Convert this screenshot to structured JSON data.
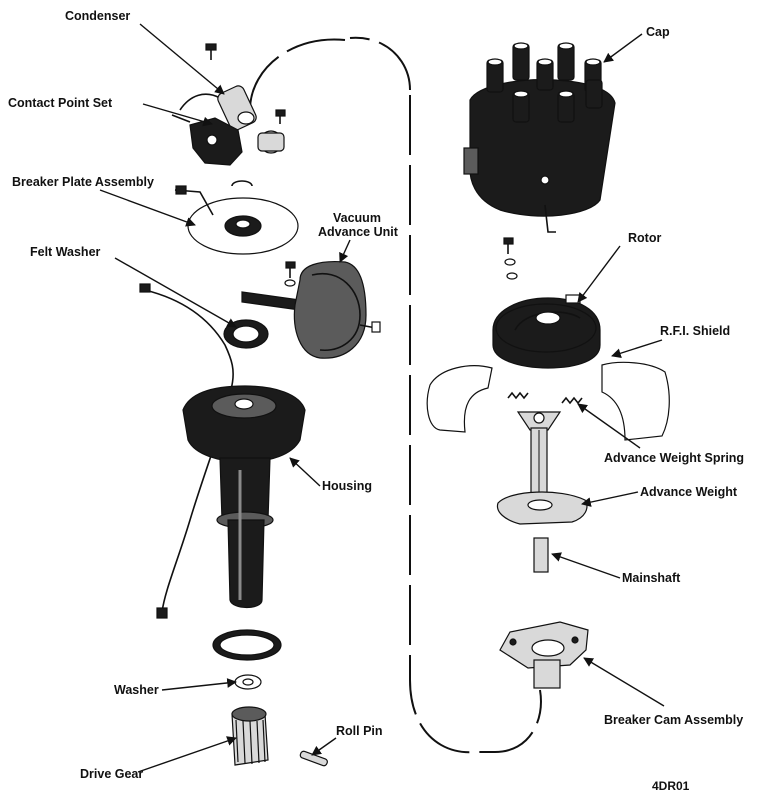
{
  "diagram": {
    "figure_id": "4DR01",
    "labels": {
      "condenser": "Condenser",
      "contact_point_set": "Contact Point Set",
      "breaker_plate_assembly": "Breaker Plate Assembly",
      "vacuum_advance_unit_line1": "Vacuum",
      "vacuum_advance_unit_line2": "Advance Unit",
      "felt_washer": "Felt Washer",
      "housing": "Housing",
      "washer": "Washer",
      "roll_pin": "Roll Pin",
      "drive_gear": "Drive Gear",
      "cap": "Cap",
      "rotor": "Rotor",
      "rfi_shield": "R.F.I. Shield",
      "advance_weight_spring": "Advance Weight Spring",
      "advance_weight": "Advance Weight",
      "mainshaft": "Mainshaft",
      "breaker_cam_assembly": "Breaker Cam Assembly"
    }
  }
}
